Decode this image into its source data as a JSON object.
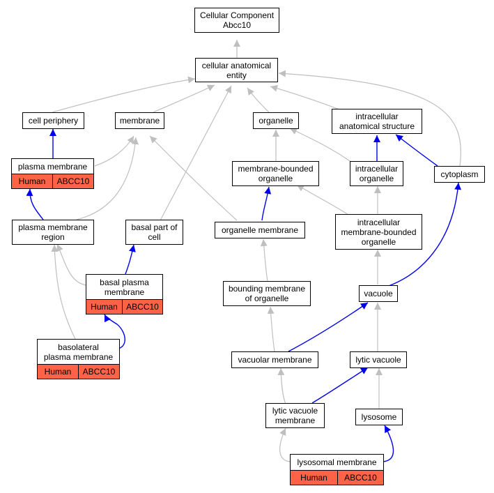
{
  "diagram": {
    "colors": {
      "is_a_edge": "#bfbfbf",
      "part_of_edge": "#0000ee",
      "annotated_fill": "#ff6347",
      "node_border": "#000000"
    },
    "nodes": {
      "root": "Cellular Component\nAbcc10",
      "cae": "cellular anatomical\nentity",
      "cellper": "cell periphery",
      "membrane": "membrane",
      "organelle": "organelle",
      "ias": "intracellular\nanatomical structure",
      "pm": "plasma membrane",
      "mbo": "membrane-bounded\norganelle",
      "io": "intracellular\norganelle",
      "cyto": "cytoplasm",
      "pmr": "plasma membrane\nregion",
      "bpc": "basal part of\ncell",
      "om": "organelle membrane",
      "imbo": "intracellular\nmembrane-bounded\norganelle",
      "bpm": "basal plasma\nmembrane",
      "bmo": "bounding membrane\nof organelle",
      "vac": "vacuole",
      "blpm": "basolateral\nplasma membrane",
      "vm": "vacuolar membrane",
      "lv": "lytic vacuole",
      "lvm": "lytic vacuole\nmembrane",
      "lys": "lysosome",
      "lysm": "lysosomal membrane"
    },
    "annotation": {
      "species": "Human",
      "gene": "ABCC10"
    }
  }
}
